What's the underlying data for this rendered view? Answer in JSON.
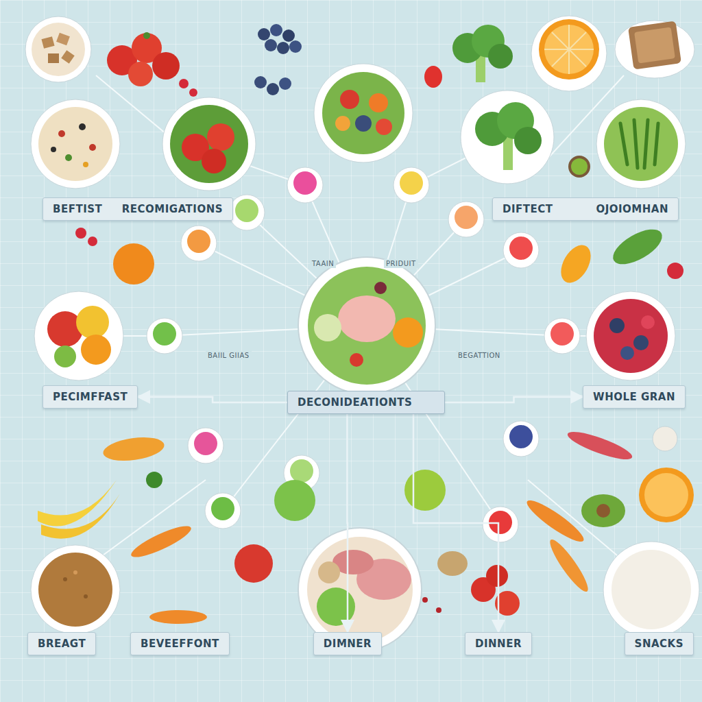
{
  "diagram": {
    "nodes": [
      {
        "text": [
          "BEFTIST",
          "RECOMIGATIONS"
        ]
      },
      {
        "text": [
          "DIFTECT",
          "OJOIOMHAN"
        ]
      },
      {
        "text": [
          "PECIMFFAST"
        ]
      },
      {
        "text": [
          "DECONIDEATIONTS"
        ]
      },
      {
        "text": [
          "WHOLE GRAN"
        ]
      },
      {
        "text": [
          "BREAGT"
        ]
      },
      {
        "text": [
          "BEVEEFFONT"
        ]
      },
      {
        "text": [
          "DIMNER"
        ]
      },
      {
        "text": [
          "DINNER"
        ]
      },
      {
        "text": [
          "SNACKS"
        ]
      }
    ],
    "edges": [
      {
        "from": 3,
        "to": 2,
        "arrow": "to"
      },
      {
        "from": 3,
        "to": 4,
        "arrow": "to"
      },
      {
        "from": 3,
        "to": 7,
        "arrow": "to"
      },
      {
        "from": 3,
        "to": 8,
        "arrow": "to"
      }
    ],
    "labels": [
      "TAAIN",
      "PRIDUIT",
      "BAIIL GIIAS",
      "BEGATTION"
    ]
  }
}
